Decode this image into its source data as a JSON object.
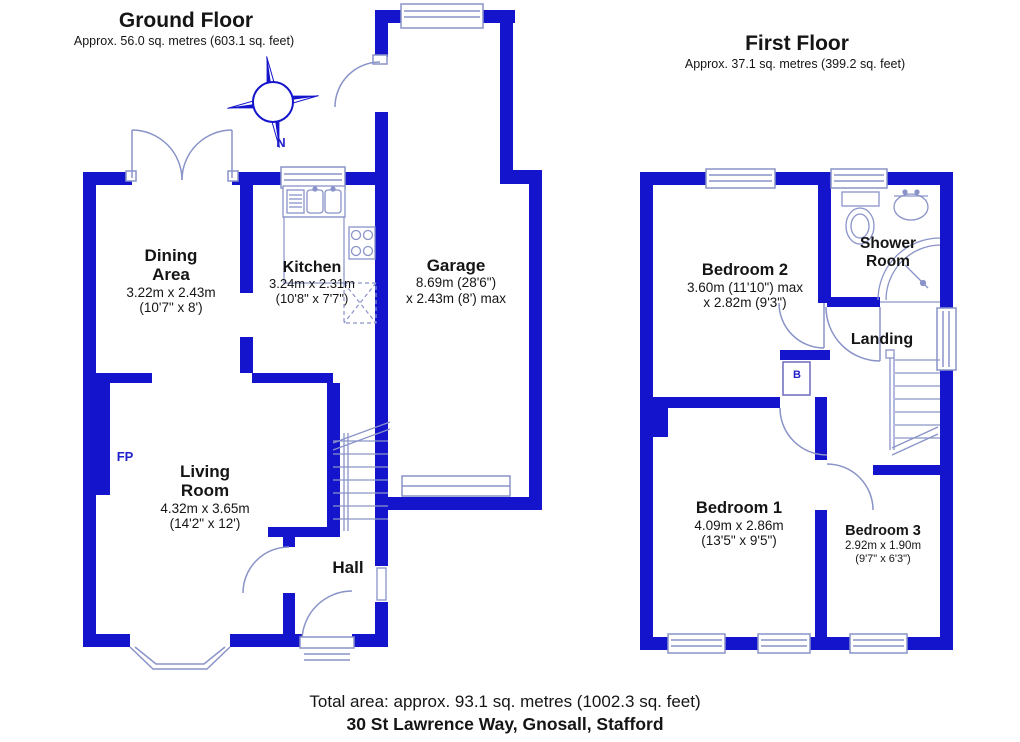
{
  "ground_floor": {
    "title": "Ground Floor",
    "area": "Approx. 56.0 sq. metres (603.1 sq. feet)",
    "compass_n": "N",
    "rooms": {
      "dining": {
        "line1": "Dining",
        "line2": "Area",
        "metric": "3.22m x 2.43m",
        "imperial": "(10'7\" x 8')"
      },
      "kitchen": {
        "line1": "Kitchen",
        "metric": "3.24m x 2.31m",
        "imperial": "(10'8\" x 7'7\")"
      },
      "garage": {
        "line1": "Garage",
        "metric": "8.69m (28'6\")",
        "imperial": "x 2.43m (8') max"
      },
      "living": {
        "line1": "Living",
        "line2": "Room",
        "metric": "4.32m x 3.65m",
        "imperial": "(14'2\" x 12')"
      },
      "hall": {
        "line1": "Hall"
      },
      "fireplace": {
        "label": "FP"
      }
    }
  },
  "first_floor": {
    "title": "First Floor",
    "area": "Approx. 37.1 sq. metres (399.2 sq. feet)",
    "rooms": {
      "bedroom2": {
        "line1": "Bedroom 2",
        "metric": "3.60m (11'10\") max",
        "imperial": "x 2.82m (9'3\")"
      },
      "shower": {
        "line1": "Shower",
        "line2": "Room"
      },
      "landing": {
        "line1": "Landing"
      },
      "boiler": {
        "label": "B"
      },
      "bedroom1": {
        "line1": "Bedroom 1",
        "metric": "4.09m x 2.86m",
        "imperial": "(13'5\" x 9'5\")"
      },
      "bedroom3": {
        "line1": "Bedroom 3",
        "metric": "2.92m x 1.90m",
        "imperial": "(9'7\" x 6'3\")"
      }
    }
  },
  "footer": {
    "total": "Total area: approx. 93.1 sq. metres (1002.3 sq. feet)",
    "address": "30 St Lawrence Way, Gnosall, Stafford"
  },
  "colors": {
    "wall_blue": "#1414cc",
    "fixture_line": "#8a93c8",
    "label_blue": "#2121cc",
    "text": "#151515"
  }
}
